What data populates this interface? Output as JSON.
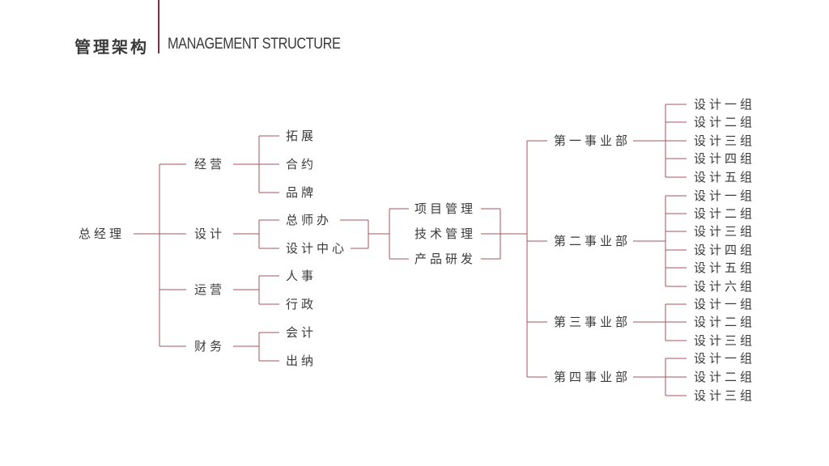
{
  "header": {
    "title_cn": "管理架构",
    "title_en": "MANAGEMENT STRUCTURE"
  },
  "chart": {
    "root": "总经理",
    "departments": [
      {
        "label": "经营",
        "children": [
          "拓展",
          "合约",
          "品牌"
        ]
      },
      {
        "label": "设计",
        "children": [
          "总师办",
          "设计中心"
        ]
      },
      {
        "label": "运营",
        "children": [
          "人事",
          "行政"
        ]
      },
      {
        "label": "财务",
        "children": [
          "会计",
          "出纳"
        ]
      }
    ],
    "functions": [
      "项目管理",
      "技术管理",
      "产品研发"
    ],
    "divisions": [
      {
        "label": "第一事业部",
        "groups": [
          "设计一组",
          "设计二组",
          "设计三组",
          "设计四组",
          "设计五组"
        ]
      },
      {
        "label": "第二事业部",
        "groups": [
          "设计一组",
          "设计二组",
          "设计三组",
          "设计四组",
          "设计五组",
          "设计六组"
        ]
      },
      {
        "label": "第三事业部",
        "groups": [
          "设计一组",
          "设计二组",
          "设计三组"
        ]
      },
      {
        "label": "第四事业部",
        "groups": [
          "设计一组",
          "设计二组",
          "设计三组"
        ]
      }
    ]
  },
  "colors": {
    "accent": "#8a2b3b",
    "line": "#a35561",
    "text": "#3a3a3a"
  }
}
